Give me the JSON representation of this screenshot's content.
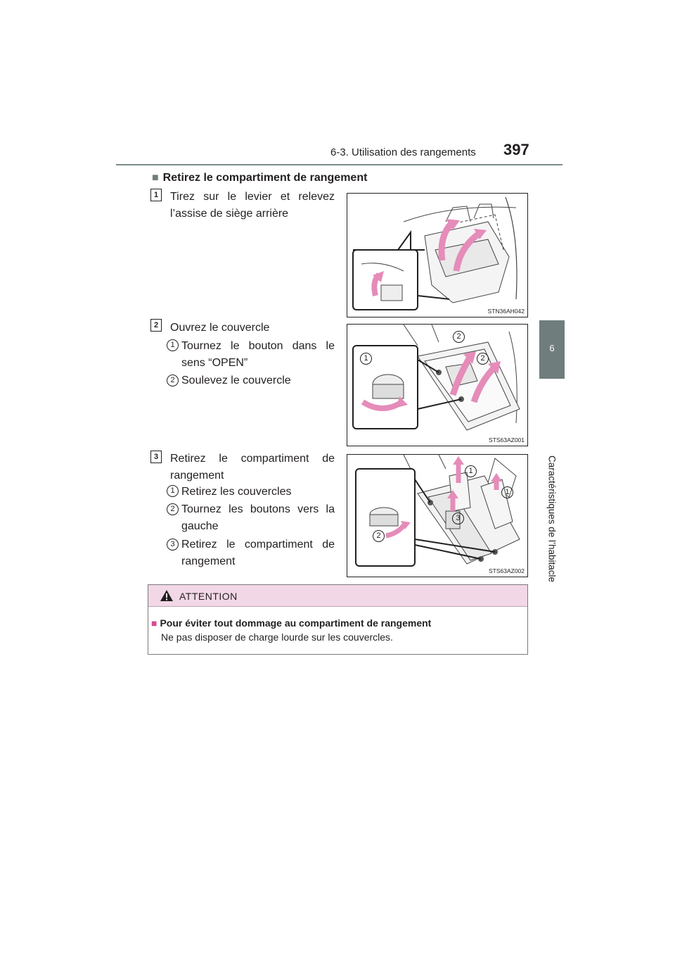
{
  "header": {
    "section": "6-3. Utilisation des rangements",
    "page_number": "397"
  },
  "side_tab": {
    "number": "6",
    "label": "Caractéristiques de l’habitacle"
  },
  "section": {
    "marker": "■",
    "heading": "Retirez le compartiment de rangement"
  },
  "steps": [
    {
      "number": "1",
      "text": "Tirez sur le levier et relevez l’assise de siège arrière",
      "substeps": [],
      "figure": {
        "code": "STN36AH042"
      }
    },
    {
      "number": "2",
      "text": "Ouvrez le couvercle",
      "substeps": [
        {
          "number": "1",
          "text": "Tournez le bouton dans le sens “OPEN”"
        },
        {
          "number": "2",
          "text": "Soulevez le couvercle"
        }
      ],
      "figure": {
        "code": "STS63AZ001",
        "callouts": [
          "1",
          "2",
          "2"
        ]
      }
    },
    {
      "number": "3",
      "text": "Retirez le compartiment de rangement",
      "substeps": [
        {
          "number": "1",
          "text": "Retirez les couvercles"
        },
        {
          "number": "2",
          "text": "Tournez les boutons vers la gauche"
        },
        {
          "number": "3",
          "text": "Retirez le compartiment de rangement"
        }
      ],
      "figure": {
        "code": "STS63AZ002",
        "callouts": [
          "1",
          "1",
          "3",
          "2"
        ]
      }
    }
  ],
  "attention": {
    "title": "ATTENTION",
    "marker": "■",
    "subheading": "Pour éviter tout dommage au compartiment de rangement",
    "body": "Ne pas disposer de charge lourde sur les couvercles."
  },
  "colors": {
    "accent_gray": "#6f7d7d",
    "arrow_pink": "#e58cb9",
    "attention_bg": "#f2d7e6",
    "attention_marker": "#d44b93"
  }
}
